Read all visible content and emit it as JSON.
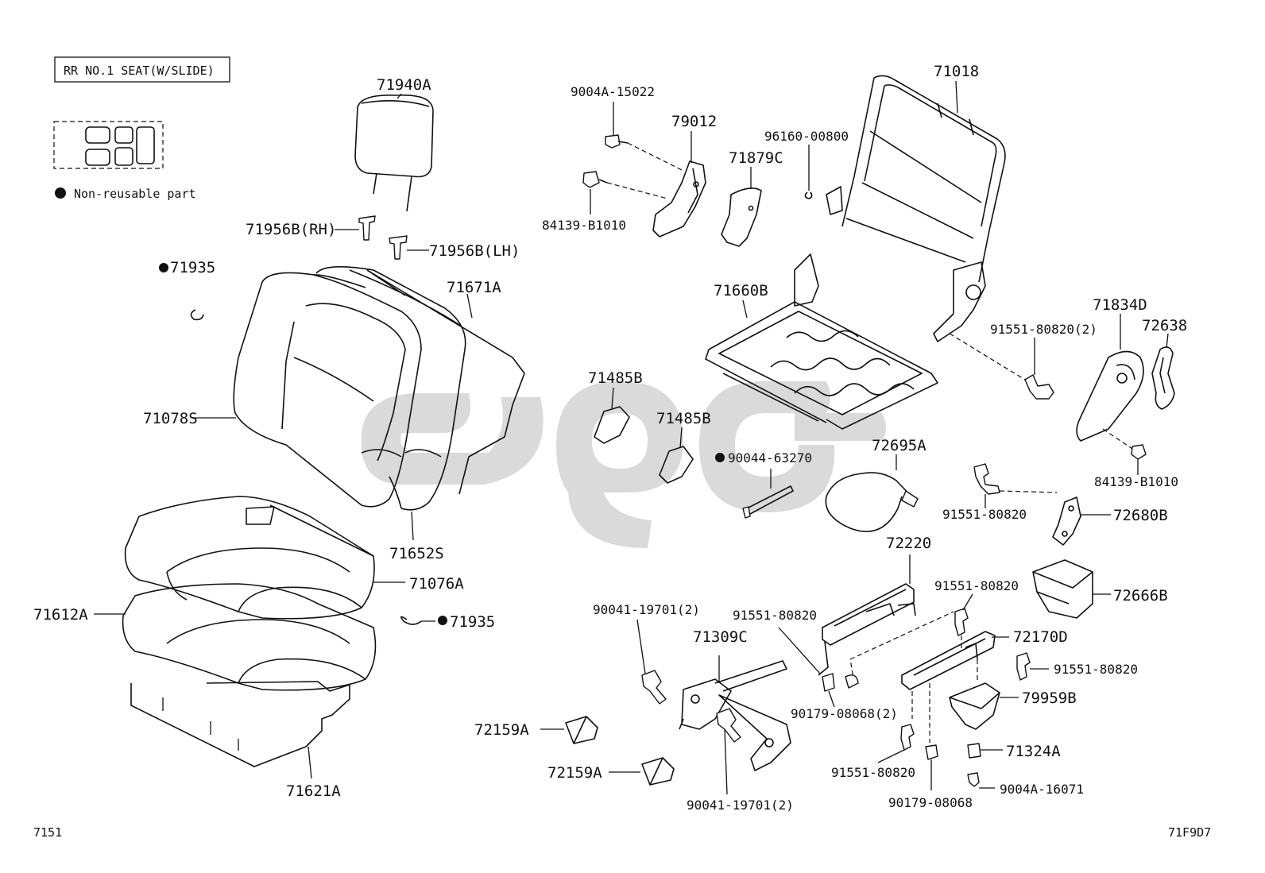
{
  "header": {
    "title": "RR NO.1 SEAT(W/SLIDE)",
    "legend": "Non-reusable part"
  },
  "footer": {
    "left_code": "7151",
    "right_code": "71F9D7"
  },
  "labels": {
    "p71940A": "71940A",
    "p71956B_rh": "71956B(RH)",
    "p71956B_lh": "71956B(LH)",
    "p71935_a": "71935",
    "p71671A": "71671A",
    "p71078S": "71078S",
    "p71652S": "71652S",
    "p71076A": "71076A",
    "p71612A": "71612A",
    "p71935_b": "71935",
    "p71621A": "71621A",
    "p9004A_15022": "9004A-15022",
    "p79012": "79012",
    "p84139_B1010_a": "84139-B1010",
    "p71879C": "71879C",
    "p96160_00800": "96160-00800",
    "p71018": "71018",
    "p71660B": "71660B",
    "p91551_80820_2": "91551-80820(2)",
    "p71834D": "71834D",
    "p72638": "72638",
    "p71485B_a": "71485B",
    "p71485B_b": "71485B",
    "p90044_63270": "90044-63270",
    "p72695A": "72695A",
    "p84139_B1010_b": "84139-B1010",
    "p91551_80820_a": "91551-80820",
    "p72680B": "72680B",
    "p72220": "72220",
    "p91551_80820_b": "91551-80820",
    "p72666B": "72666B",
    "p90041_19701_2a": "90041-19701(2)",
    "p91551_80820_c": "91551-80820",
    "p71309C": "71309C",
    "p72170D": "72170D",
    "p91551_80820_d": "91551-80820",
    "p90179_08068_2": "90179-08068(2)",
    "p79959B": "79959B",
    "p72159A_a": "72159A",
    "p72159A_b": "72159A",
    "p71324A": "71324A",
    "p91551_80820_e": "91551-80820",
    "p9004A_16071": "9004A-16071",
    "p90041_19701_2b": "90041-19701(2)",
    "p90179_08068": "90179-08068"
  }
}
